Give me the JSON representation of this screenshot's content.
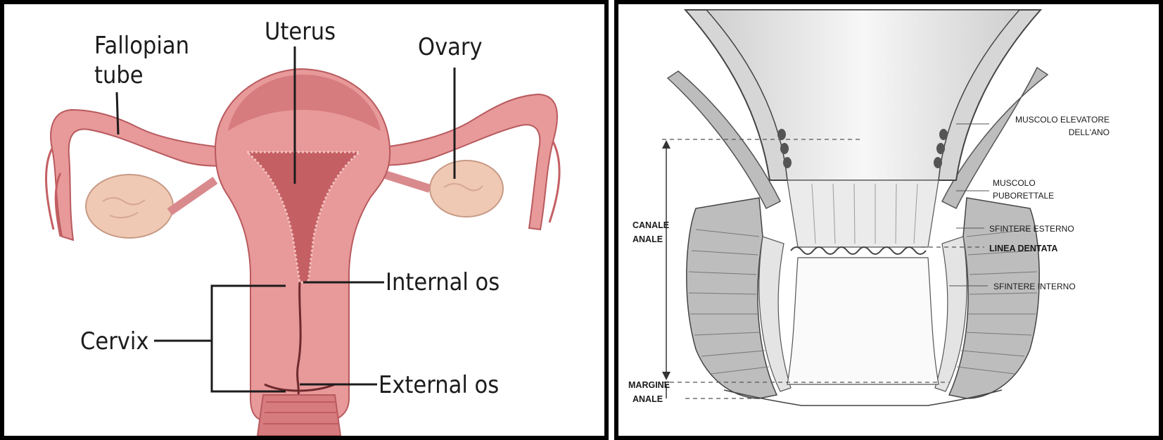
{
  "left_figure": {
    "labels": {
      "fallopian_tube": [
        "Fallopian",
        "tube"
      ],
      "uterus": "Uterus",
      "ovary": "Ovary",
      "internal_os": "Internal os",
      "cervix": "Cervix",
      "external_os": "External os"
    },
    "colors": {
      "tissue": "#e8999a",
      "tissue_dark": "#c45f63",
      "tissue_light": "#f3c3c0",
      "ovary": "#efc9b3",
      "outline": "#1c1c1c"
    }
  },
  "right_figure": {
    "labels": {
      "muscolo_elevatore": [
        "MUSCOLO ELEVATORE",
        "DELL'ANO"
      ],
      "muscolo_puborettale": [
        "MUSCOLO",
        "PUBORETTALE"
      ],
      "sfintere_esterno": "SFINTERE ESTERNO",
      "linea_dentata": "LINEA DENTATA",
      "sfintere_interno": "SFINTERE INTERNO",
      "canale_anale": [
        "CANALE",
        "ANALE"
      ],
      "margine_anale": [
        "MARGINE",
        "ANALE"
      ]
    },
    "colors": {
      "muscle": "#bdbdbd",
      "muscle_light": "#e4e4e4",
      "mucosa": "#f2f2f2",
      "line": "#555555"
    }
  }
}
